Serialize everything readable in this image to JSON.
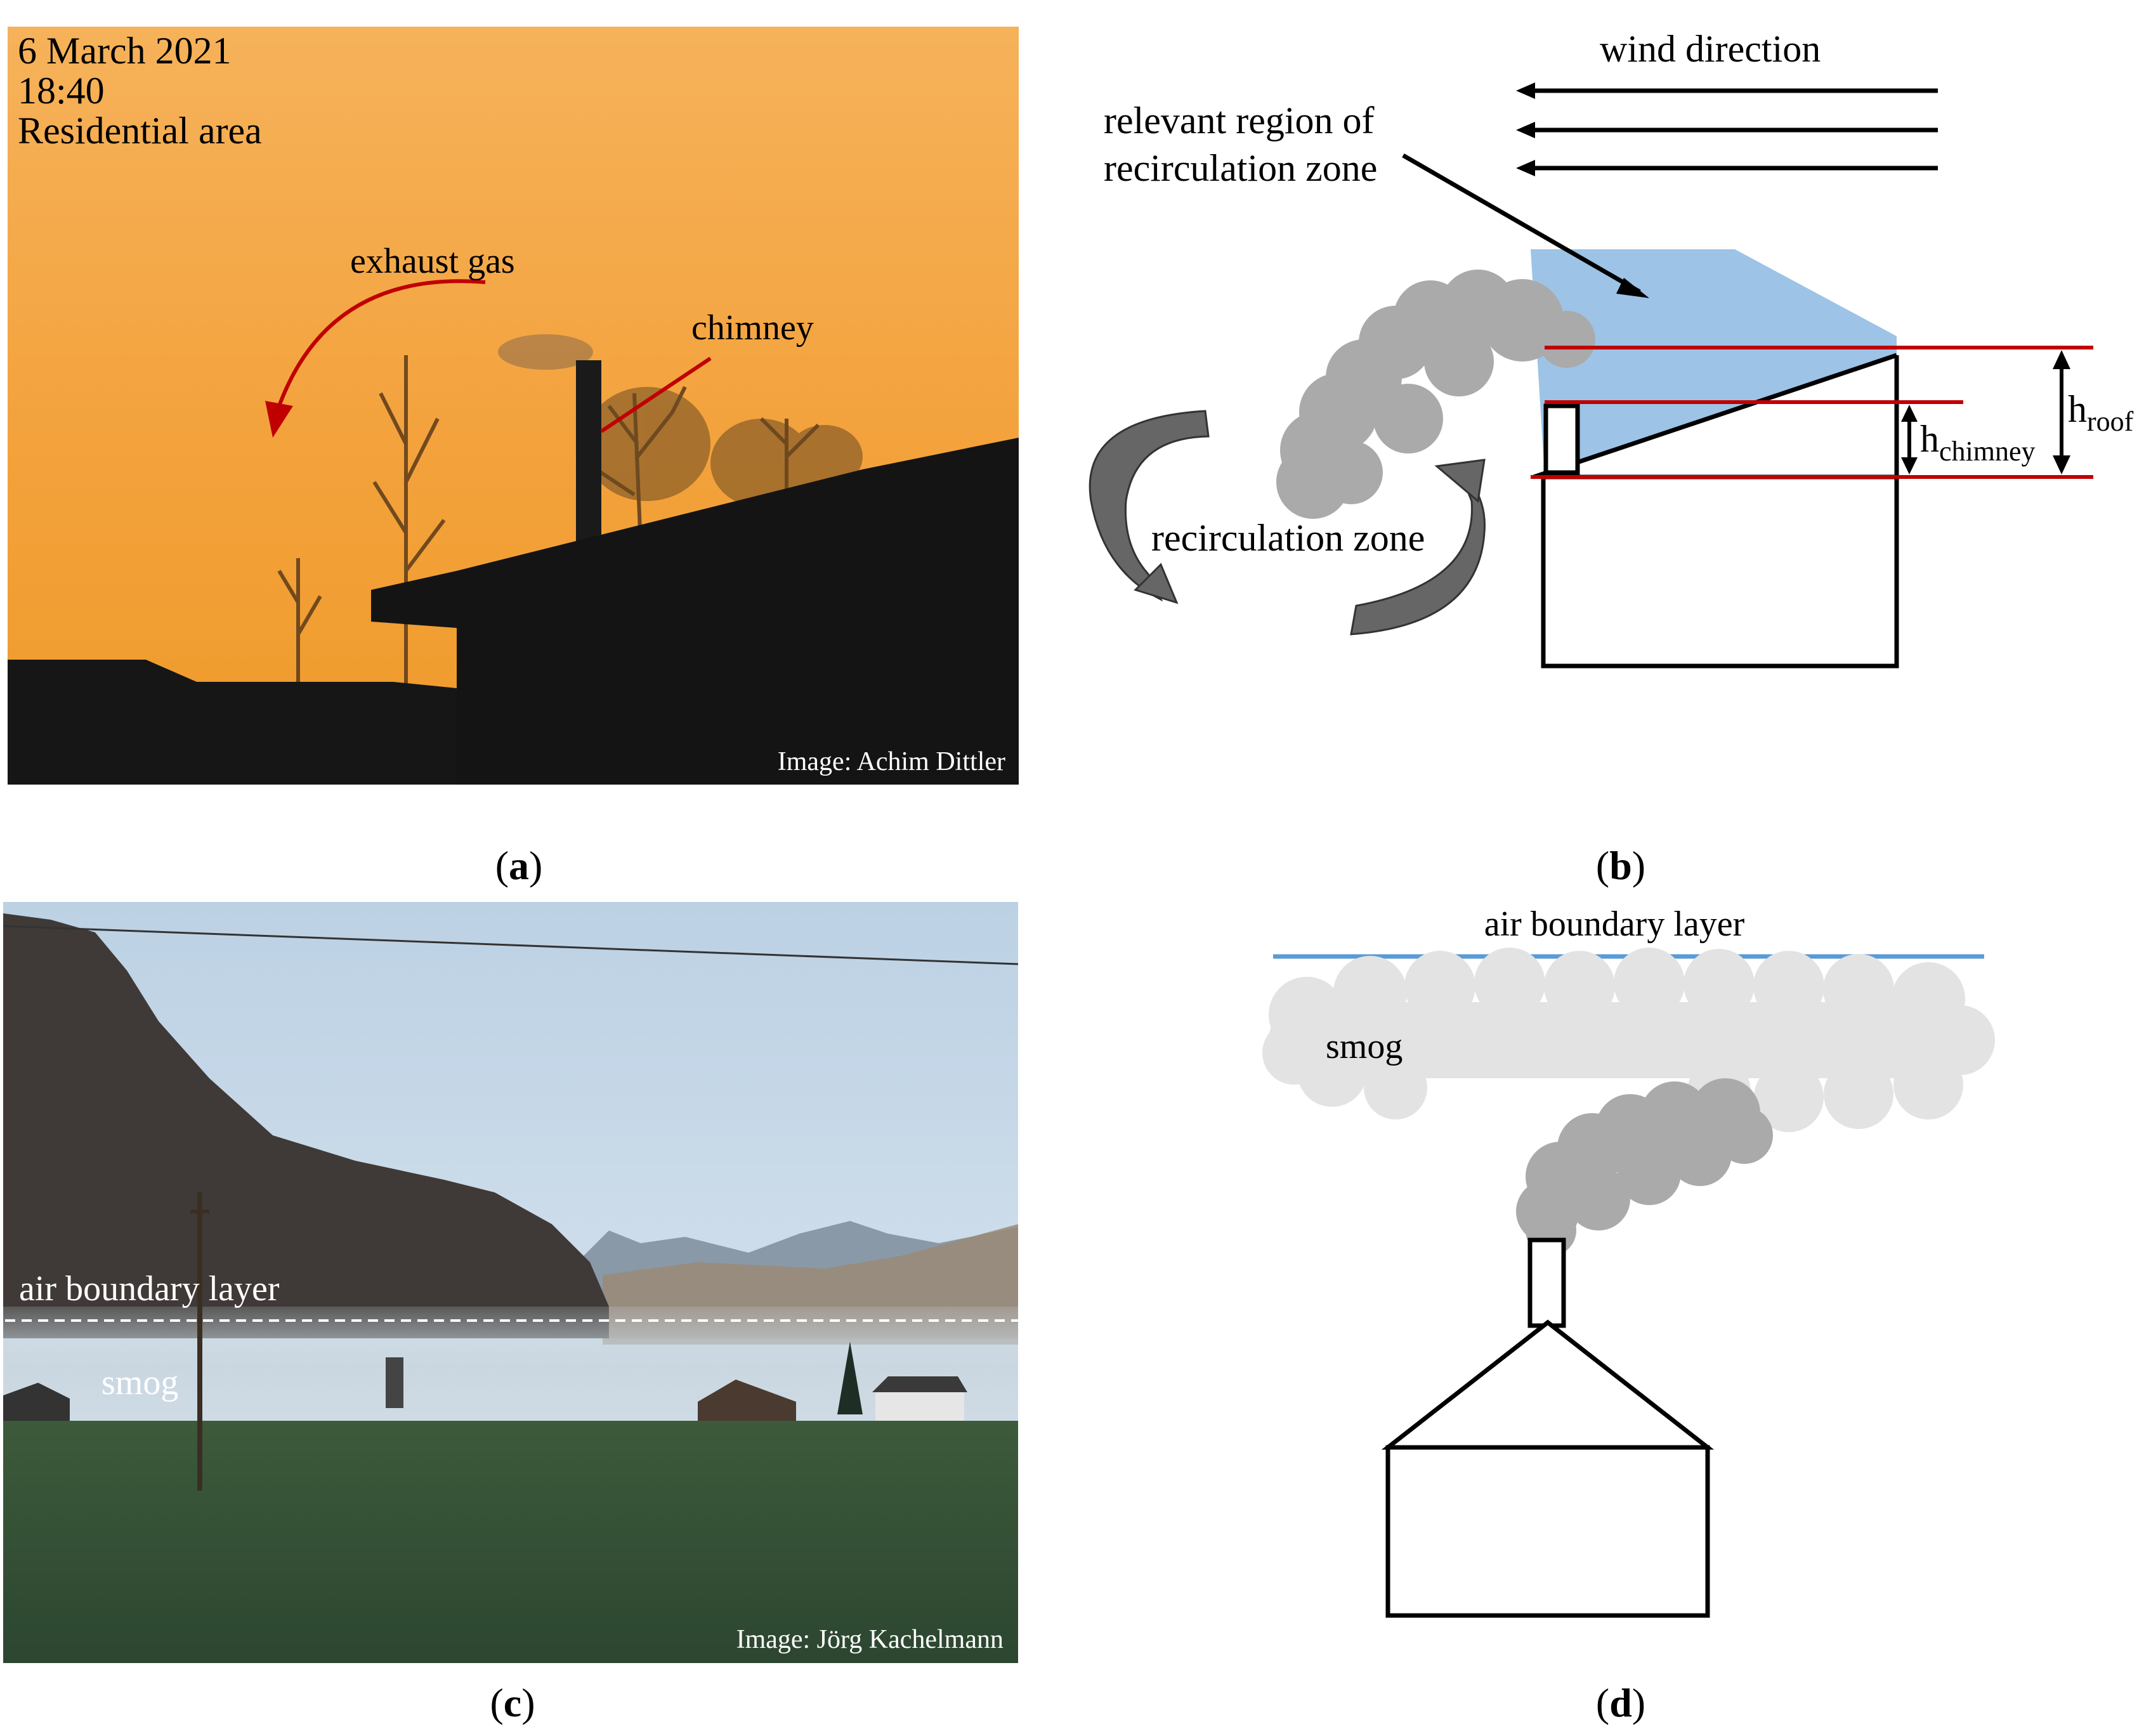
{
  "panel_a": {
    "date": "6 March 2021",
    "time": "18:40",
    "location": "Residential area",
    "label_exhaust": "exhaust gas",
    "label_chimney": "chimney",
    "credit": "Image: Achim Dittler",
    "caption": "a"
  },
  "panel_b": {
    "wind_label": "wind direction",
    "region_label_line1": "relevant region of",
    "region_label_line2": "recirculation zone",
    "recirc_label": "recirculation zone",
    "h_roof_main": "h",
    "h_roof_sub": "roof",
    "h_chimney_main": "h",
    "h_chimney_sub": "chimney",
    "caption": "b",
    "colors": {
      "region": "#9dc3e6",
      "smoke": "#aaaaaa",
      "height_lines": "#c00000"
    }
  },
  "panel_c": {
    "boundary_label": "air boundary layer",
    "smog_label": "smog",
    "credit": "Image: Jörg Kachelmann",
    "caption": "c"
  },
  "panel_d": {
    "boundary_label": "air boundary layer",
    "smog_label": "smog",
    "caption": "d",
    "colors": {
      "boundary": "#5b9bd5",
      "smog": "#e3e3e3",
      "smoke": "#aaaaaa"
    }
  },
  "caption_parens": {
    "open": "(",
    "close": ")"
  }
}
